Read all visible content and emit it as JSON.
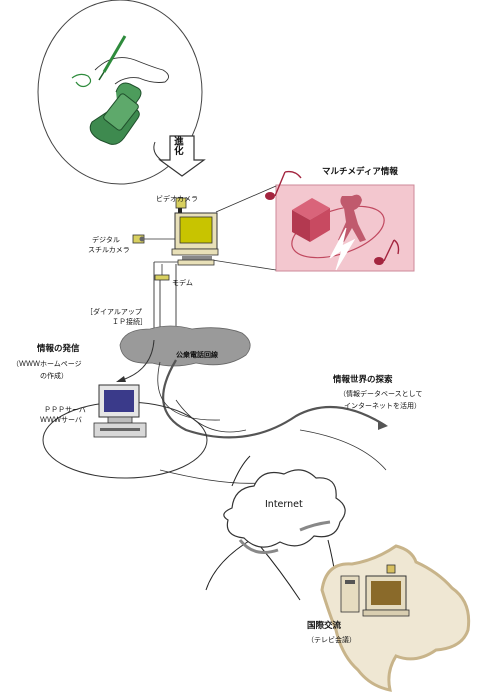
{
  "labels": {
    "evolution": "進化",
    "multimedia": "マルチメディア情報",
    "video_camera": "ビデオカメラ",
    "digital_camera_line1": "デジタル",
    "digital_camera_line2": "スチルカメラ",
    "modem": "モデム",
    "dialup_line1": "［ダイアルアップ",
    "dialup_line2": "ＩＰ接続］",
    "public_network": "公衆電話回線",
    "info_send_title": "情報の発信",
    "info_send_line2": "（ＷＷＷホームページ",
    "info_send_line3": "の作成）",
    "ppp_server": "ＰＰＰサーバ",
    "www_server": "ＷＷＷサーバ",
    "info_search_title": "情報世界の探索",
    "info_search_line2": "（情報データベースとして",
    "info_search_line3": "インターネットを活用）",
    "internet": "Internet",
    "intl_title": "国際交流",
    "intl_line2": "（テレビ会議）"
  }
}
